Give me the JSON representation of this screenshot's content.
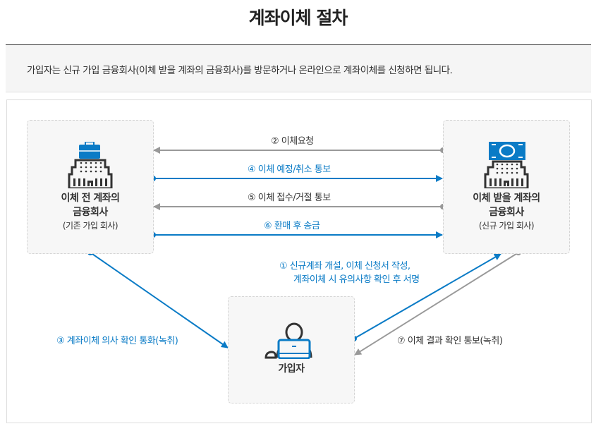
{
  "title": "계좌이체 절차",
  "intro": "가입자는 신규 가입 금융회사(이체 받을 계좌의 금융회사)를 방문하거나 온라인으로 계좌이체를 신청하면 됩니다.",
  "nodes": {
    "old": {
      "name1": "이체 전 계좌의",
      "name2": "금융회사",
      "sub": "(기존 가입 회사)",
      "icon": "building-briefcase-icon"
    },
    "new": {
      "name1": "이체 받을 계좌의",
      "name2": "금융회사",
      "sub": "(신규 가입 회사)",
      "icon": "building-money-icon"
    },
    "user": {
      "name": "가입자",
      "icon": "person-laptop-icon"
    }
  },
  "steps": {
    "s1a": "① 신규계좌 개설, 이체 신청서 작성,",
    "s1b": "계좌이체 시 유의사항 확인 후 서명",
    "s2": "② 이체요청",
    "s3": "③ 계좌이체 의사 확인 통화(녹취)",
    "s4": "④ 이체 예정/취소 통보",
    "s5": "⑤ 이체 접수/거절 통보",
    "s6": "⑥ 환매 후 송금",
    "s7": "⑦ 이체 결과 확인 통보(녹취)"
  },
  "colors": {
    "blue": "#0a7bc6",
    "gray": "#999999",
    "dark": "#333333"
  }
}
